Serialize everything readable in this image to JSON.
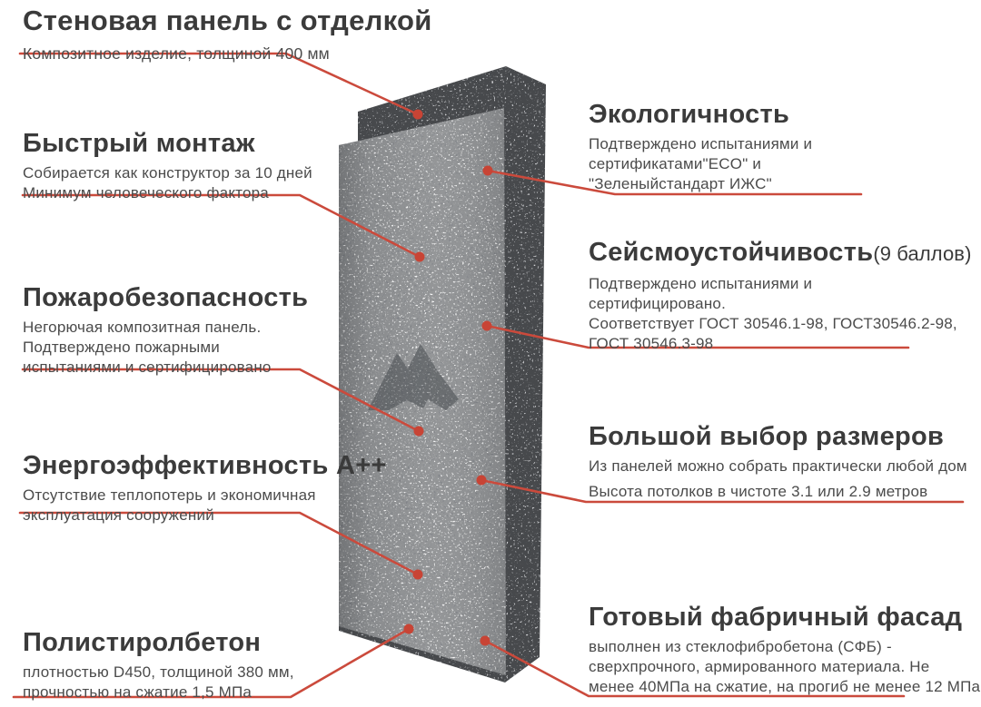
{
  "colors": {
    "background": "#ffffff",
    "accent_line": "#cb4a3c",
    "heading_text": "#3b3b3b",
    "body_text": "#4b4b4b",
    "panel_front": "#8f9193",
    "panel_side": "#47494c"
  },
  "title": {
    "heading": "Стеновая панель с отделкой",
    "sub": "Композитное изделие, толщиной 400 мм"
  },
  "left_callouts": [
    {
      "heading": "Быстрый монтаж",
      "lines": [
        "Собирается как конструктор за 10 дней",
        "Минимум человеческого фактора"
      ]
    },
    {
      "heading": "Пожаробезопасность",
      "lines": [
        "Негорючая композитная панель.",
        "Подтверждено пожарными",
        "испытаниями и сертифицировано"
      ]
    },
    {
      "heading": "Энергоэффективность А++",
      "lines": [
        "Отсутствие теплопотерь и экономичная",
        "эксплуатация сооружений"
      ]
    },
    {
      "heading": "Полистиролбетон",
      "lines": [
        "плотностью D450, толщиной 380 мм,",
        "прочностью на сжатие 1,5 МПа"
      ]
    }
  ],
  "right_callouts": [
    {
      "heading": "Экологичность",
      "heading_suffix": "",
      "lines": [
        "Подтверждено испытаниями и",
        "сертификатами\"ECO\" и",
        "\"Зеленыйстандарт ИЖС\""
      ]
    },
    {
      "heading": "Сейсмоустойчивость",
      "heading_suffix": "(9 баллов)",
      "lines": [
        "Подтверждено испытаниями и",
        "сертифицировано.",
        "Соответствует ГОСТ 30546.1-98, ГОСТ30546.2-98,",
        "ГОСТ 30546.3-98"
      ]
    },
    {
      "heading": "Большой выбор размеров",
      "heading_suffix": "",
      "lines": [
        "Из панелей можно собрать практически любой дом",
        "Высота потолков в чистоте 3.1 или 2.9 метров"
      ]
    },
    {
      "heading": "Готовый фабричный фасад",
      "heading_suffix": "",
      "lines": [
        "выполнен из стеклофибробетона (СФБ) -",
        "сверхпрочного, армированного материала. Не",
        "менее 40МПа на сжатие, на прогиб не менее 12 МПа"
      ]
    }
  ],
  "panel": {
    "label": "composite-wall-panel-3d-render",
    "watermark": "mountain-logo"
  }
}
